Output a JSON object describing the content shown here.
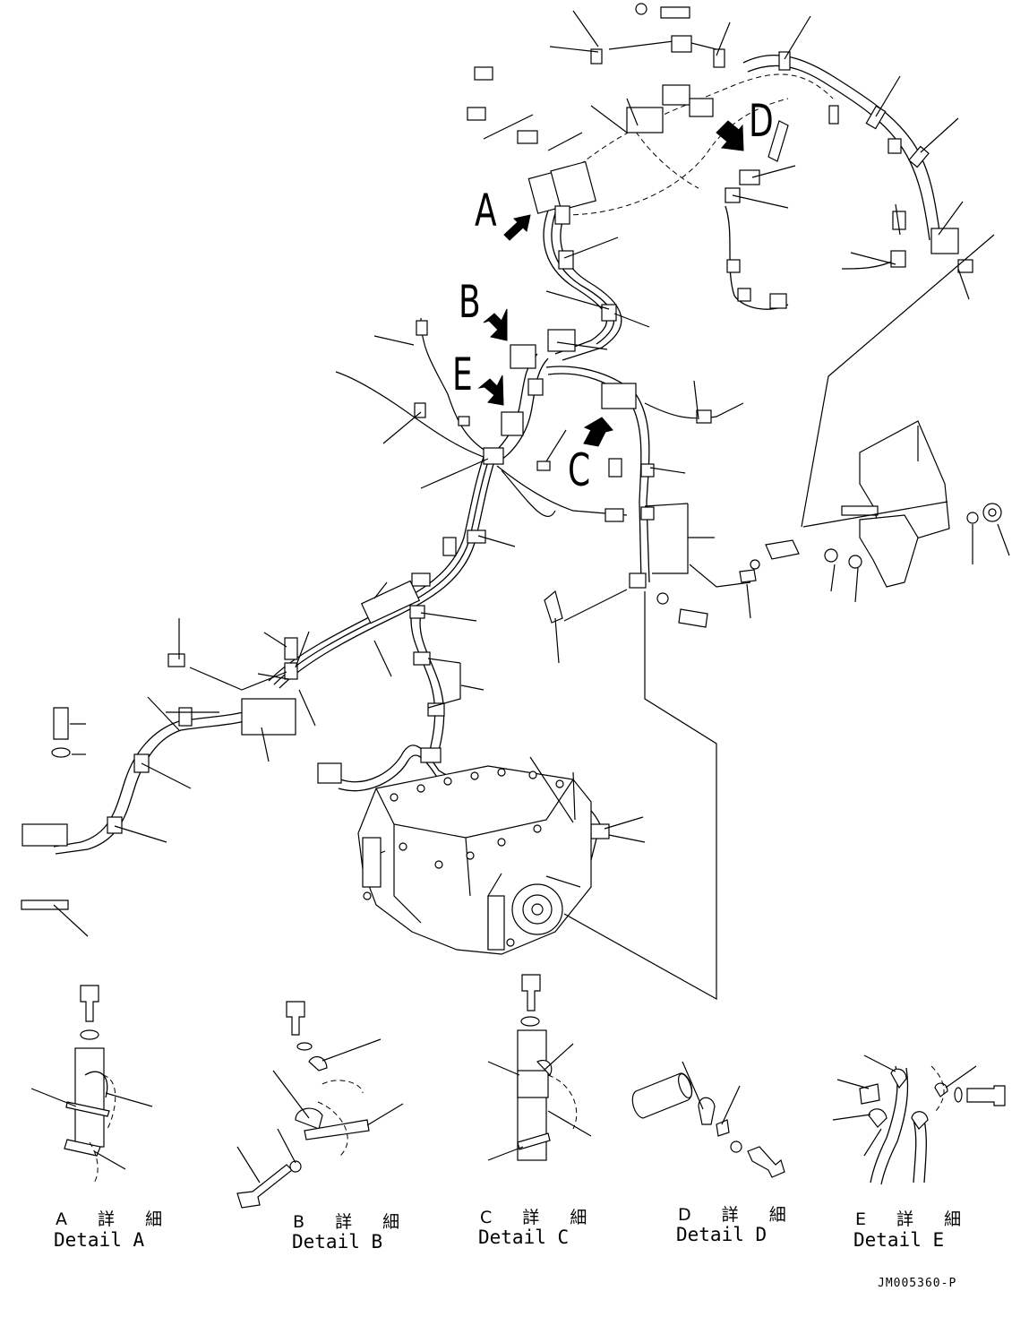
{
  "callouts": {
    "view_a": "A",
    "view_b": "B",
    "view_c": "C",
    "view_d": "D",
    "view_e": "E"
  },
  "details": [
    {
      "jp": "A 詳 細",
      "en": "Detail A"
    },
    {
      "jp": "B 詳 細",
      "en": "Detail B"
    },
    {
      "jp": "C 詳 細",
      "en": "Detail C"
    },
    {
      "jp": "D 詳 細",
      "en": "Detail D"
    },
    {
      "jp": "E 詳 細",
      "en": "Detail E"
    }
  ],
  "drawing_code": "JM005360-P"
}
